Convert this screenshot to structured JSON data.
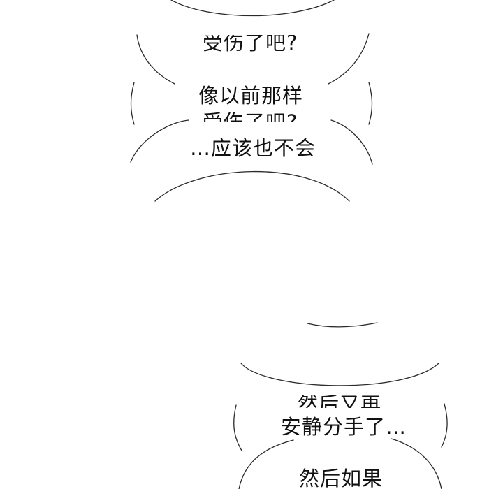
{
  "colors": {
    "background": "#ffffff",
    "bubble_outline": "#2a2a2a",
    "text": "#111111"
  },
  "bubbles": [
    {
      "text": "受伤了吧?"
    },
    {
      "line1": "像以前那样",
      "line2": "受伤了吧?"
    },
    {
      "text": "…应该也不会"
    },
    {
      "text": "然后又再"
    },
    {
      "text": "安静分手了…"
    },
    {
      "text": "然后如果"
    }
  ]
}
